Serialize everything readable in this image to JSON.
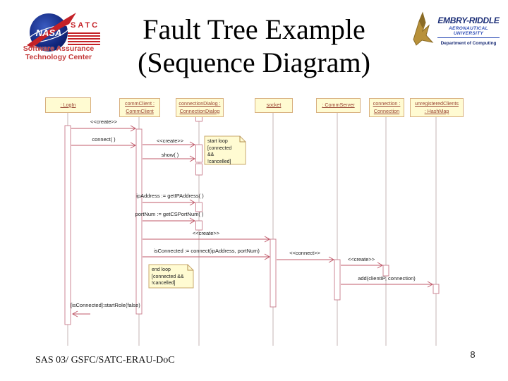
{
  "title": {
    "line1": "Fault Tree Example",
    "line2": "(Sequence Diagram)"
  },
  "footer": {
    "text": "SAS 03/ GSFC/SATC-ERAU-DoC",
    "page_number": "8"
  },
  "logos": {
    "nasa": {
      "nasa_text": "NASA",
      "satc_text": "SATC",
      "caption_line1": "Software Assurance",
      "caption_line2": "Technology Center"
    },
    "erau": {
      "name": "EMBRY-RIDDLE",
      "subtitle": "AERONAUTICAL UNIVERSITY",
      "department": "Department of Computing"
    }
  },
  "diagram": {
    "lifelines": [
      {
        "label": ": LogIn"
      },
      {
        "label": "commClient :\nCommClient"
      },
      {
        "label": "connectionDialog :\nConnectionDialog"
      },
      {
        "label": "socket"
      },
      {
        "label": ": CommServer"
      },
      {
        "label": "connection :\nConnection"
      },
      {
        "label": "unregisteredClients\n: HashMap"
      }
    ],
    "messages": [
      {
        "label": "<<create>>",
        "from": ": LogIn",
        "to": "commClient : CommClient"
      },
      {
        "label": "connect( )",
        "from": ": LogIn",
        "to": "commClient : CommClient"
      },
      {
        "label": "<<create>>",
        "from": "commClient : CommClient",
        "to": "connectionDialog : ConnectionDialog"
      },
      {
        "label": "show( )",
        "from": "commClient : CommClient",
        "to": "connectionDialog : ConnectionDialog"
      },
      {
        "label": "ipAddress := getIPAddress( )",
        "from": "commClient : CommClient",
        "to": "connectionDialog : ConnectionDialog"
      },
      {
        "label": "portNum := getCSPortNum( )",
        "from": "commClient : CommClient",
        "to": "connectionDialog : ConnectionDialog"
      },
      {
        "label": "<<create>>",
        "from": "commClient : CommClient",
        "to": "socket"
      },
      {
        "label": "isConnected := connect(ipAddress, portNum)",
        "from": "commClient : CommClient",
        "to": "socket"
      },
      {
        "label": "<<connect>>",
        "from": "socket",
        "to": ": CommServer"
      },
      {
        "label": "<<create>>",
        "from": ": CommServer",
        "to": "connection : Connection"
      },
      {
        "label": "add(clientIP, connection)",
        "from": ": CommServer",
        "to": "unregisteredClients : HashMap"
      },
      {
        "label": "[isConnected]:startRole(false)",
        "from": "commClient : CommClient",
        "to": ": LogIn"
      }
    ],
    "notes": [
      {
        "text": "start loop\n[connected\n&&\n!cancelled]"
      },
      {
        "text": "end loop\n[connected &&\n!cancelled]"
      }
    ],
    "colors": {
      "box_fill": "#fffbd2",
      "box_border": "#d8b080",
      "box_text": "#994433",
      "message_line": "#c05a6a",
      "lifeline": "#c4b6b6"
    }
  }
}
